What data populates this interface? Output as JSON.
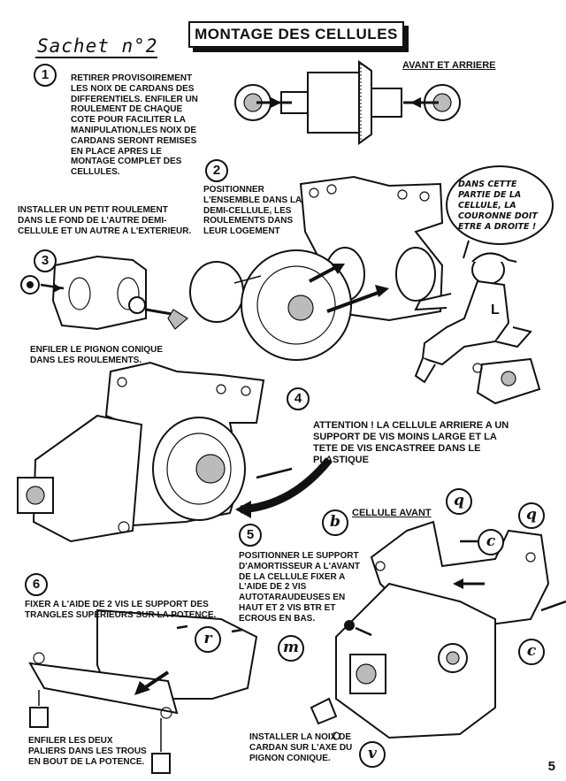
{
  "header": {
    "sachet": "Sachet n°2",
    "title": "MONTAGE DES CELLULES"
  },
  "step1": {
    "number": "1",
    "text": "RETIRER PROVISOIREMENT LES NOIX DE CARDANS DES DIFFERENTIELS. ENFILER UN ROULEMENT DE CHAQUE COTE POUR FACILITER LA MANIPULATION,LES NOIX DE CARDANS SERONT REMISES EN PLACE APRES LE MONTAGE COMPLET DES CELLULES.",
    "diagram_label": "AVANT ET ARRIERE"
  },
  "step2": {
    "number": "2",
    "text": "POSITIONNER L'ENSEMBLE DANS LA DEMI-CELLULE, LES ROULEMENTS DANS LEUR LOGEMENT",
    "install_text": "INSTALLER UN PETIT ROULEMENT DANS LE FOND DE L'AUTRE DEMI-CELLULE ET UN AUTRE A L'EXTERIEUR."
  },
  "speech_bubble": {
    "text": "DANS CETTE PARTIE DE LA CELLULE, LA COURONNE DOIT ETRE A DROITE !"
  },
  "step3": {
    "number": "3",
    "text": "ENFILER LE PIGNON CONIQUE DANS LES ROULEMENTS."
  },
  "step4": {
    "number": "4",
    "text": "ATTENTION ! LA CELLULE ARRIERE A UN SUPPORT DE VIS MOINS LARGE ET LA TETE DE VIS ENCASTREE DANS LE PLASTIQUE"
  },
  "step5": {
    "number": "5",
    "section_letter": "b",
    "section_label": "CELLULE AVANT",
    "text": "POSITIONNER LE SUPPORT D'AMORTISSEUR A L'AVANT DE LA CELLULE FIXER A L'AIDE DE 2 VIS AUTOTARAUDEUSES EN HAUT ET 2 VIS BTR ET ECROUS EN BAS.",
    "install_text": "INSTALLER LA NOIX DE CARDAN SUR L'AXE DU PIGNON CONIQUE."
  },
  "step6": {
    "number": "6",
    "text": "FIXER A L'AIDE DE 2 VIS LE SUPPORT DES TRANGLES SUPERIEURS SUR LA POTENCE.",
    "install_text": "ENFILER LES DEUX PALIERS DANS LES TROUS EN BOUT DE LA POTENCE."
  },
  "part_labels": {
    "q1": "q",
    "q2": "q",
    "c1": "c",
    "c2": "c",
    "m": "m",
    "v": "v",
    "r": "r"
  },
  "footer": {
    "page_number": "5"
  }
}
